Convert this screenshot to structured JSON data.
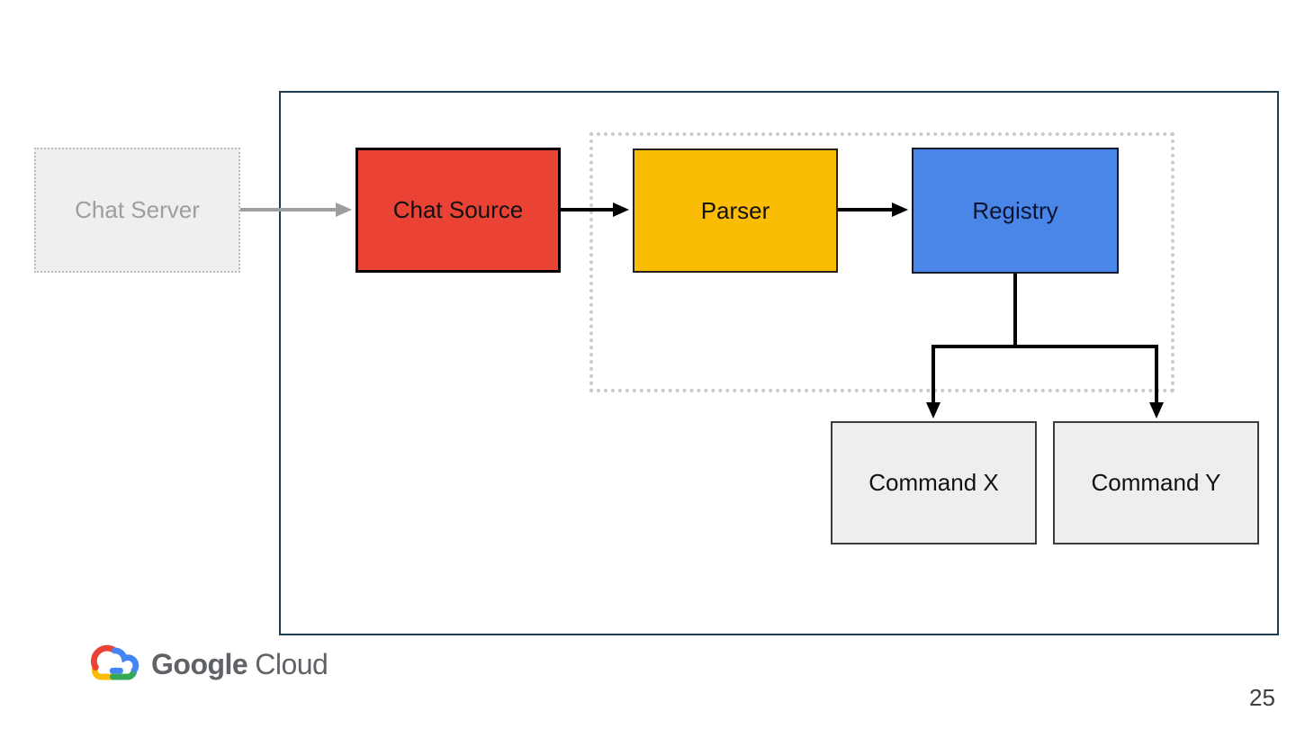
{
  "slide": {
    "page_number": "25"
  },
  "branding": {
    "google": "Google",
    "cloud": "Cloud",
    "logo_colors": {
      "red": "#ea4335",
      "blue": "#4285f4",
      "green": "#34a853",
      "yellow": "#fbbc05"
    }
  },
  "diagram": {
    "external": {
      "label": "Chat Server",
      "fill": "#efefef",
      "text_color": "#9e9e9e"
    },
    "nodes": {
      "chat_source": {
        "label": "Chat Source",
        "fill": "#ea4335"
      },
      "parser": {
        "label": "Parser",
        "fill": "#fbbc04"
      },
      "registry": {
        "label": "Registry",
        "fill": "#4a86e8"
      },
      "command_x": {
        "label": "Command X",
        "fill": "#eeeeee"
      },
      "command_y": {
        "label": "Command Y",
        "fill": "#eeeeee"
      }
    },
    "connector_colors": {
      "primary": "#000000",
      "muted": "#9e9e9e"
    },
    "frame_color": "#1d3e50"
  }
}
